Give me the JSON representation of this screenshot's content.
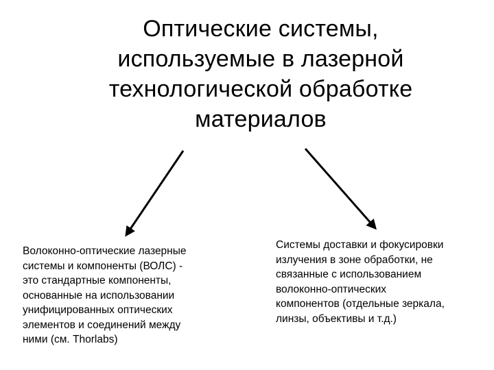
{
  "title": {
    "lines": [
      "Оптические системы,",
      "используемые в лазерной",
      "технологической обработке",
      "материалов"
    ]
  },
  "left_block": {
    "lines": [
      "Волоконно-оптические лазерные",
      "системы и компоненты (ВОЛС)  -",
      "это стандартные компоненты,",
      "основанные на использовании",
      "унифицированных оптических",
      "элементов и соединений между",
      "ними (см. Thorlabs)"
    ]
  },
  "right_block": {
    "lines": [
      "Системы доставки и фокусировки",
      "излучения в зоне обработки, не",
      "связанные с использованием",
      "волоконно-оптических",
      "компонентов (отдельные зеркала,",
      "линзы, объективы и т.д.)"
    ]
  },
  "colors": {
    "text": "#000000",
    "arrow": "#000000",
    "background": "#ffffff"
  }
}
